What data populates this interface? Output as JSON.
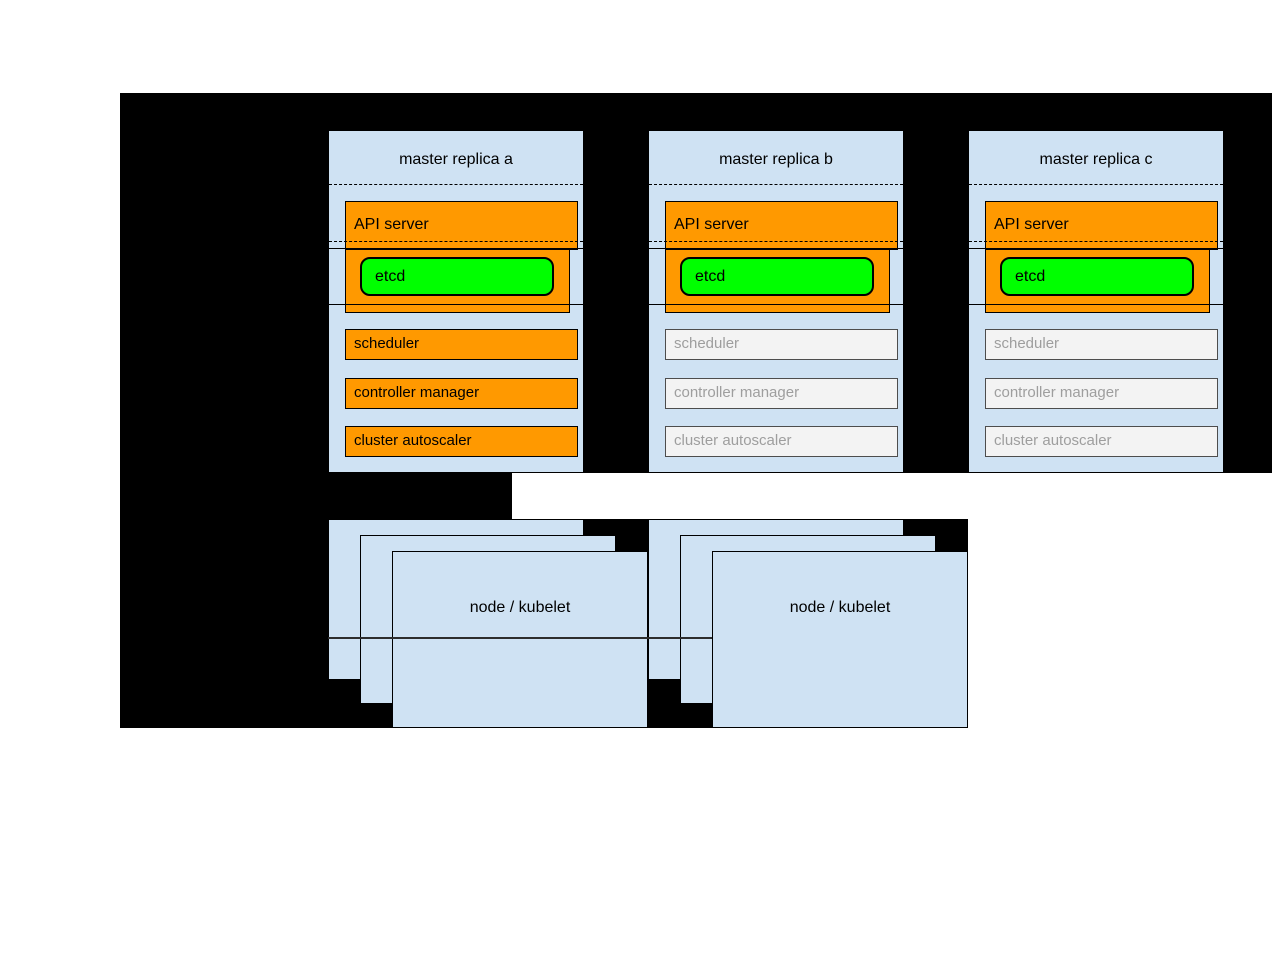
{
  "diagram": {
    "replicas": [
      {
        "title": "master replica a",
        "api_server": {
          "label": "API server",
          "state": "active"
        },
        "etcd": {
          "label": "etcd",
          "state": "active"
        },
        "scheduler": {
          "label": "scheduler",
          "state": "active"
        },
        "controller_manager": {
          "label": "controller manager",
          "state": "active"
        },
        "cluster_autoscaler": {
          "label": "cluster autoscaler",
          "state": "active"
        }
      },
      {
        "title": "master replica b",
        "api_server": {
          "label": "API server",
          "state": "active"
        },
        "etcd": {
          "label": "etcd",
          "state": "active"
        },
        "scheduler": {
          "label": "scheduler",
          "state": "standby"
        },
        "controller_manager": {
          "label": "controller manager",
          "state": "standby"
        },
        "cluster_autoscaler": {
          "label": "cluster autoscaler",
          "state": "standby"
        }
      },
      {
        "title": "master replica c",
        "api_server": {
          "label": "API server",
          "state": "active"
        },
        "etcd": {
          "label": "etcd",
          "state": "active"
        },
        "scheduler": {
          "label": "scheduler",
          "state": "standby"
        },
        "controller_manager": {
          "label": "controller manager",
          "state": "standby"
        },
        "cluster_autoscaler": {
          "label": "cluster autoscaler",
          "state": "standby"
        }
      }
    ],
    "node_groups": [
      {
        "label": "node / kubelet",
        "stacked_instances": 3
      },
      {
        "label": "node / kubelet",
        "stacked_instances": 3
      }
    ],
    "colors": {
      "backdrop_black": "#000000",
      "box_blue": "#cfe2f3",
      "active_orange": "#ff9900",
      "etcd_green": "#00ff00",
      "standby_fill": "#f3f3f3",
      "standby_text": "#9e9e9e",
      "page_white": "#ffffff"
    }
  }
}
